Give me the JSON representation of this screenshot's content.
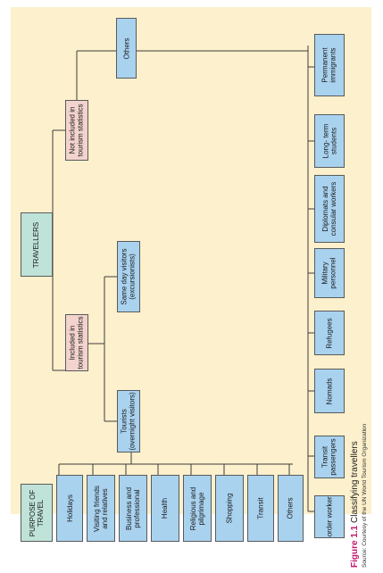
{
  "root": "TRAVELLERS",
  "included": "Included in\ntourism statistics",
  "not_included": "Not included in\ntourism statistics",
  "tourists": "Tourists\n(overnight visitors)",
  "same_day": "Same day visitors\n(excursionists)",
  "others_top": "Others",
  "purpose_title": "PURPOSE OF\nTRAVEL",
  "purposes": [
    "Holidays",
    "Visiting friends\nand relatives",
    "Business and\nprofessional",
    "Health",
    "Religious and\npilgrimage",
    "Shopping",
    "Transit",
    "Others"
  ],
  "categories": [
    "Border workers",
    "Transit\npassengers",
    "Nomads",
    "Refugees",
    "Military\npersonnel",
    "Diplomats and\nconsular workers",
    "Long- term\nstudents",
    "Permanent\nimmigrants"
  ],
  "figure_number": "Figure 1.1",
  "figure_title": "Classifying travellers",
  "source": "Source: Courtesy of the UN World Tourism Organization",
  "colors": {
    "panel": "#fdf0cc",
    "blue": "#a9d2ef",
    "pink": "#f3d3cd",
    "green": "#bfe3d8",
    "accent": "#c2186b"
  }
}
